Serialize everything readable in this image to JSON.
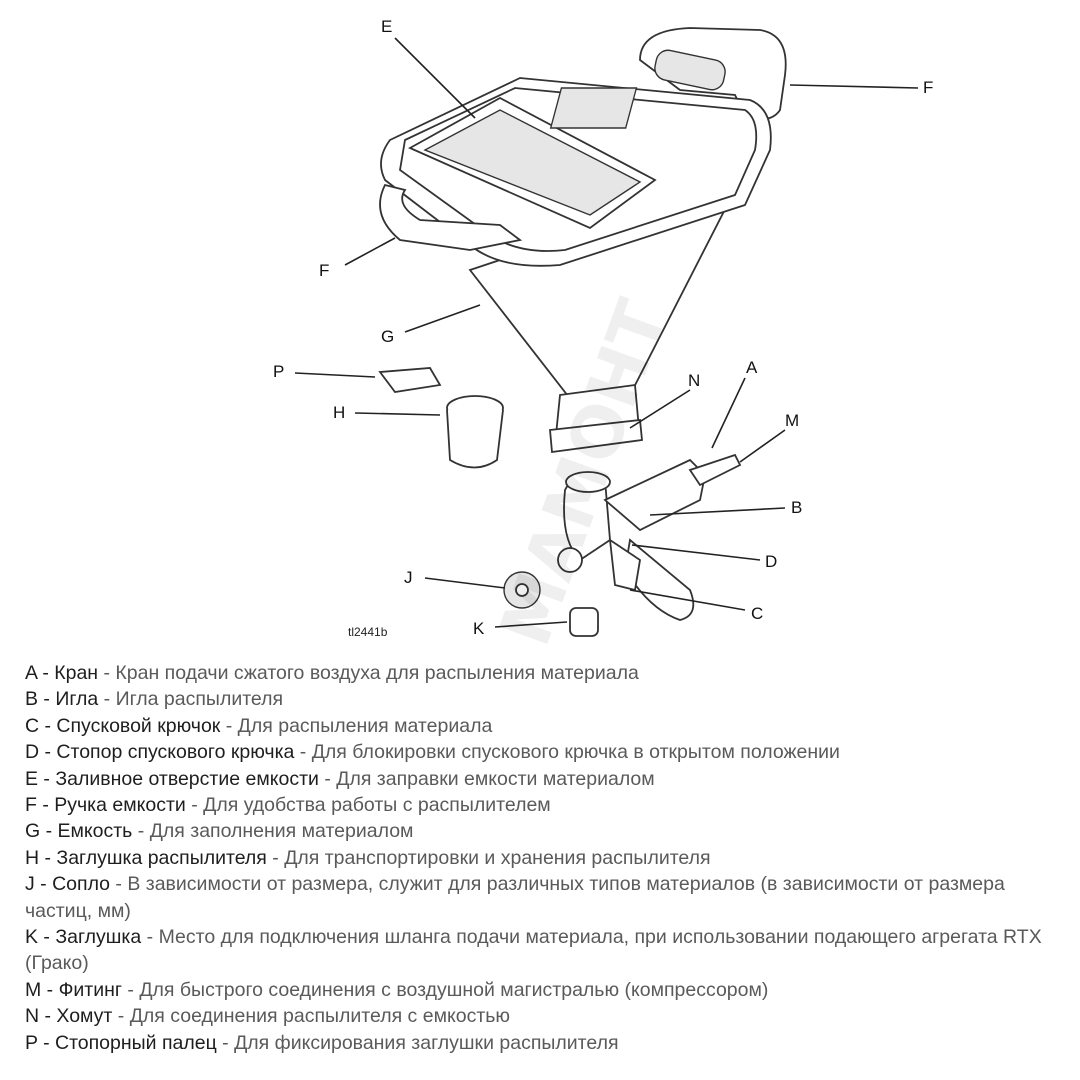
{
  "diagram": {
    "labels": {
      "A": "A",
      "B": "B",
      "C": "C",
      "D": "D",
      "E": "E",
      "F1": "F",
      "F2": "F",
      "G": "G",
      "H": "H",
      "J": "J",
      "K": "K",
      "M": "M",
      "N": "N",
      "P": "P"
    },
    "drawing_code": "tl2441b",
    "watermark": "МАМОНТ"
  },
  "legend": [
    {
      "key": "A - Кран",
      "desc": " - Кран подачи сжатого воздуха для распыления материала"
    },
    {
      "key": "B - Игла",
      "desc": " - Игла распылителя"
    },
    {
      "key": "C - Спусковой крючок",
      "desc": " - Для распыления материала"
    },
    {
      "key": "D - Стопор спускового крючка",
      "desc": " - Для блокировки спускового крючка в открытом положении"
    },
    {
      "key": "E - Заливное отверстие емкости",
      "desc": " - Для заправки емкости материалом"
    },
    {
      "key": "F - Ручка емкости",
      "desc": " - Для удобства работы с распылителем"
    },
    {
      "key": "G - Емкость",
      "desc": " - Для заполнения материалом"
    },
    {
      "key": "H - Заглушка распылителя",
      "desc": " - Для транспортировки и хранения распылителя"
    },
    {
      "key": "J - Сопло",
      "desc": " - В зависимости от размера, служит для различных типов материалов (в зависимости от размера частиц, мм)"
    },
    {
      "key": "K - Заглушка",
      "desc": " - Место для подключения шланга подачи материала, при использовании подающего агрегата RTX (Грако)"
    },
    {
      "key": "M - Фитинг",
      "desc": " - Для быстрого соединения с воздушной магистралью (компрессором)"
    },
    {
      "key": "N - Хомут",
      "desc": " - Для соединения распылителя с емкостью"
    },
    {
      "key": "P - Стопорный палец",
      "desc": " - Для фиксирования заглушки распылителя"
    }
  ]
}
